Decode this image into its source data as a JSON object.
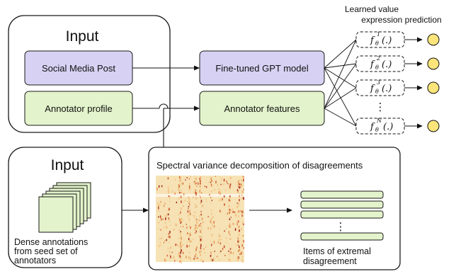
{
  "top_input": {
    "title": "Input",
    "social_media_post": "Social Media Post",
    "annotator_profile": "Annotator profile"
  },
  "model": {
    "gpt": "Fine-tuned GPT model",
    "features": "Annotator features"
  },
  "predictors": {
    "heading_line1": "Learned value",
    "heading_line2": "expression prediction",
    "items": [
      {
        "base": "f",
        "sub": "θ",
        "sup": "1",
        "arg": "(.)"
      },
      {
        "base": "f",
        "sub": "θ",
        "sup": "2",
        "arg": "(.)"
      },
      {
        "base": "f",
        "sub": "θ",
        "sup": "3",
        "arg": "(.)"
      },
      {
        "base": "f",
        "sub": "θ",
        "sup": "N",
        "arg": "(.)"
      }
    ],
    "ellipsis": "⋮"
  },
  "bottom_input": {
    "title": "Input",
    "caption_line1": "Dense annotations",
    "caption_line2": "from seed set of",
    "caption_line3": "annotators"
  },
  "spectral": {
    "title": "Spectral variance decomposition of disagreements",
    "items_caption_line1": "Items of extremal",
    "items_caption_line2": "disagreement",
    "ellipsis": "⋮"
  },
  "colors": {
    "purple": "#d7d2f3",
    "green": "#e3f3cb",
    "node_yellow": "#fbe57a",
    "stroke": "#1a1a1a"
  }
}
